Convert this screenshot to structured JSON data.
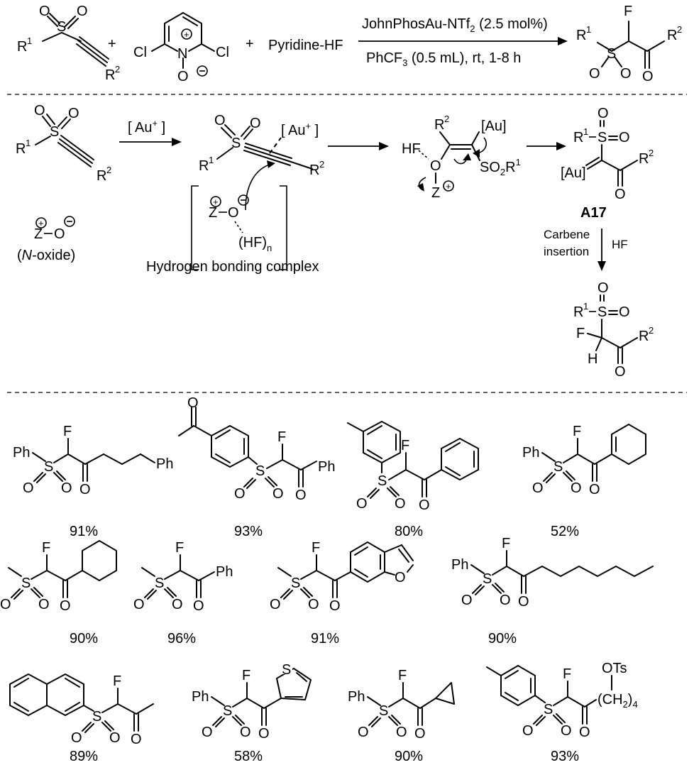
{
  "reaction": {
    "catalyst": "JohnPhosAu-NTf",
    "catalyst_sub": "2",
    "catalyst_loading": " (2.5 mol%)",
    "conditions_pre": "PhCF",
    "conditions_sub": "3",
    "conditions_post": " (0.5 mL), rt, 1-8 h",
    "plus": "+",
    "reagent": "Pyridine-HF"
  },
  "mechanism": {
    "catalyst": "Au",
    "complex_label": "Hydrogen bonding complex",
    "noxide_italic": "N",
    "noxide_rest": "-oxide)",
    "noxide_open": "(",
    "intermediate": "A17",
    "carbene_1": "Carbene",
    "carbene_2": "insertion",
    "hf": "HF"
  },
  "labels": {
    "F": "F",
    "O": "O",
    "S": "S",
    "Cl": "Cl",
    "N": "N",
    "H": "H",
    "Z": "Z",
    "R": "R",
    "Ph": "Ph",
    "Au": "[Au]",
    "SO2R": "SO",
    "HFn": "(HF)",
    "HFp": "HF",
    "OTs": "OTs",
    "CH2": "(CH",
    "n": "n",
    "four": "4",
    "two": "2",
    "one": "1",
    "plus_sign": "+",
    "minus_sign": "−",
    "sup_plus": "+"
  },
  "yields": [
    "91%",
    "93%",
    "80%",
    "52%",
    "90%",
    "96%",
    "91%",
    "90%",
    "89%",
    "58%",
    "90%",
    "93%"
  ]
}
